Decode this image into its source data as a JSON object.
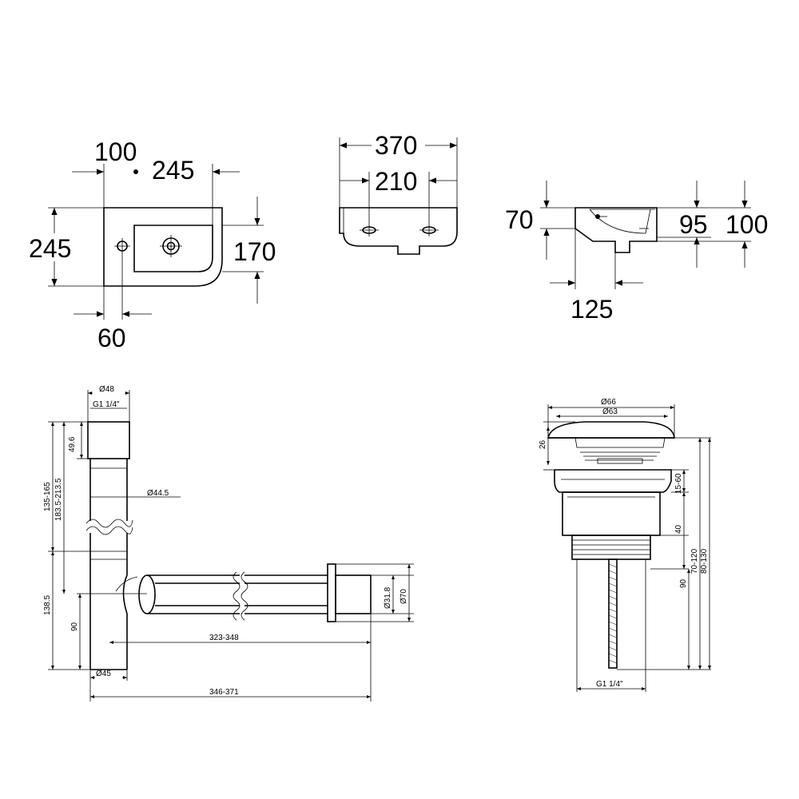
{
  "basin_top_view": {
    "dim_tap_offset": "100",
    "dim_bowl_width": "245",
    "dim_depth": "245",
    "dim_bowl_depth": "170",
    "dim_overhang": "60"
  },
  "basin_front_view": {
    "dim_width": "370",
    "dim_hole_spacing": "210"
  },
  "basin_side_view": {
    "dim_rim": "70",
    "dim_bowl": "95",
    "dim_total": "100",
    "dim_waste": "125"
  },
  "siphon": {
    "dia_top": "Ø48",
    "thread": "G1 1/4\"",
    "dim_nut": "49.6",
    "dim_range_a": "135-165",
    "dim_range_b": "183.5-213.5",
    "dia_tube": "Ø44.5",
    "dim_lower": "138.5",
    "dim_trap": "90",
    "dim_outlet_len": "323-348",
    "dia_outlet": "Ø31.8",
    "dia_flange": "Ø70",
    "dia_bottom": "Ø45",
    "dim_total_len": "346-371"
  },
  "drain_valve": {
    "dia_cap_outer": "Ø66",
    "dia_cap_inner": "Ø63",
    "dim_cap_h": "26",
    "dim_adjust": "15-60",
    "dim_body": "40",
    "dim_thread_len": "90",
    "dim_range_a": "70-120",
    "dim_range_b": "80-130",
    "thread": "G1 1/4\""
  }
}
